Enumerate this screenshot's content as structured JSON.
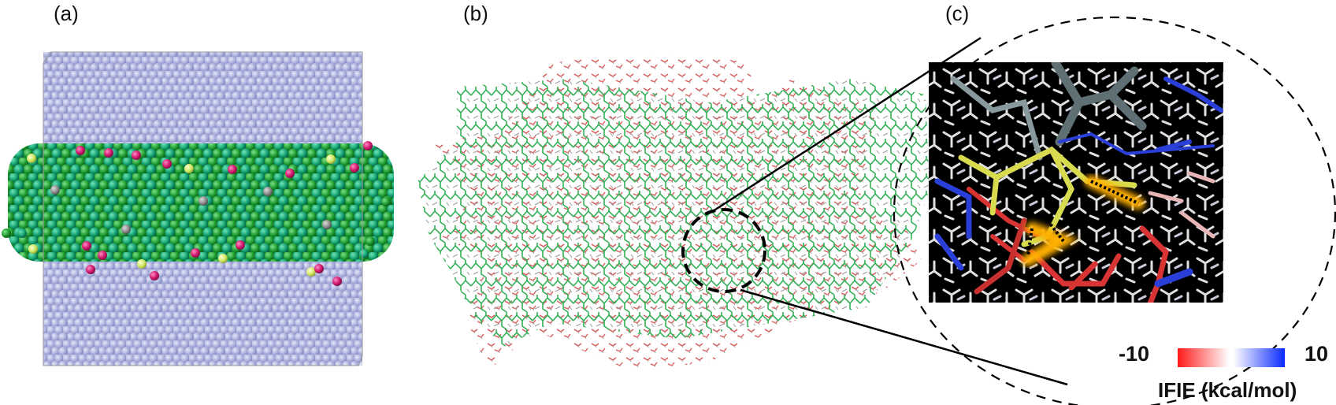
{
  "figure": {
    "panels": [
      {
        "id": "a",
        "label": "(a)",
        "description": "Coarse-grained bilayer in water box (spheres)"
      },
      {
        "id": "b",
        "label": "(b)",
        "description": "All-atom lipid bilayer with water, dashed circle zoom region"
      },
      {
        "id": "c",
        "label": "(c)",
        "description": "Zoomed region colored by IFIE"
      }
    ],
    "colorbar": {
      "min_label": "-10",
      "max_label": "10",
      "title": "IFIE (kcal/mol)",
      "colors": {
        "min": "#ff1a1a",
        "mid": "#ffffff",
        "max": "#0a2aff"
      }
    },
    "colors": {
      "water_bead": "#a9aedb",
      "lipid_green": "#1fa34a",
      "lipid_teal": "#18a078",
      "headgroup_magenta": "#d0186e",
      "headgroup_yellow": "#d8ec6a",
      "grey_bead": "#8a8a8a",
      "stick_green": "#3cb85c",
      "water_red": "#d84a4a"
    }
  }
}
